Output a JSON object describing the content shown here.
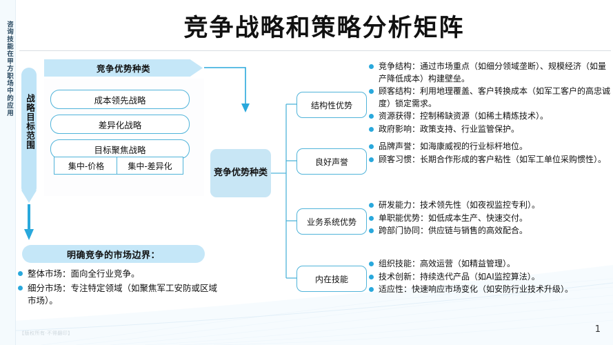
{
  "page": {
    "title": "竞争战略和策略分析矩阵",
    "side_label": "咨询技能在甲方职场中的应用",
    "watermark": "【版权所有·不得翻印】",
    "page_number": "1"
  },
  "colors": {
    "accent": "#29a8dc",
    "banner_fill": "#c5e7f8",
    "node_fill": "#c8e6f5",
    "box_border": "#4fb3d9",
    "bracket_fill": "#bfe4f7"
  },
  "left": {
    "bracket_label": "战略目标范围",
    "banner_label": "竞争优势种类",
    "strategies": [
      "成本领先战略",
      "差异化战略",
      "目标聚焦战略"
    ],
    "focus_subtypes": [
      "集中-价格",
      "集中-差异化"
    ],
    "market_boundary": {
      "heading": "明确竞争的市场边界：",
      "items": [
        "整体市场：面向全行业竞争。",
        "细分市场：专注特定领域（如聚焦军工安防或区域市场）。"
      ]
    }
  },
  "center": {
    "node_label": "竞争优势种类"
  },
  "categories": [
    {
      "label": "结构性优势",
      "details": [
        "竞争结构：通过市场重点（如细分领域垄断）、规模经济（如量产降低成本）构建壁垒。",
        "顾客结构：利用地理覆盖、客户转换成本（如军工客户的高忠诚度）锁定需求。",
        "资源获得：控制稀缺资源（如稀土精炼技术）。",
        "政府影响：政策支持、行业监管保护。"
      ]
    },
    {
      "label": "良好声誉",
      "details": [
        "品牌声誉：如海康威视的行业标杆地位。",
        "顾客习惯：长期合作形成的客户粘性（如军工单位采购惯性）。"
      ]
    },
    {
      "label": "业务系统优势",
      "details": [
        "研发能力：技术领先性（如夜视监控专利）。",
        "单职能优势：如低成本生产、快速交付。",
        "跨部门协同：供应链与销售的高效配合。"
      ]
    },
    {
      "label": "内在技能",
      "details": [
        "组织技能：高效运营（如精益管理）。",
        "技术创新：持续迭代产品（如AI监控算法）。",
        "适应性：快速响应市场变化（如安防行业技术升级）。"
      ]
    }
  ]
}
